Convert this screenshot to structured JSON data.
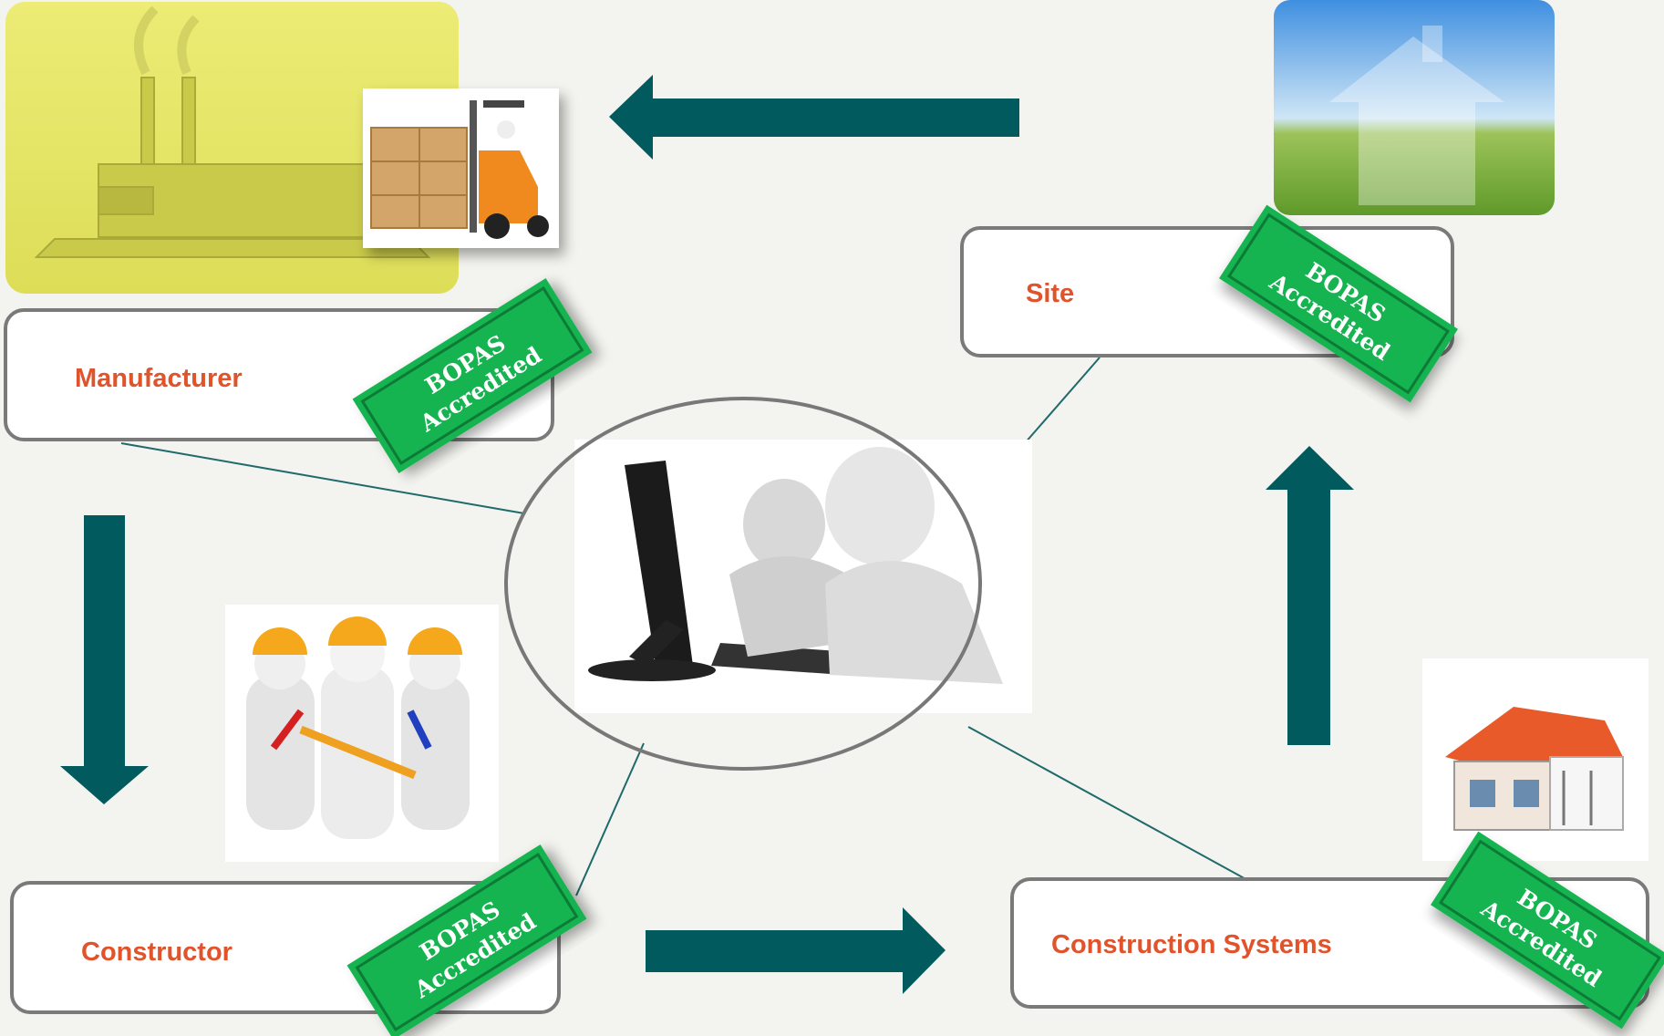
{
  "nodes": {
    "manufacturer": {
      "label": "Manufacturer"
    },
    "site": {
      "label": "Site"
    },
    "constructor": {
      "label": "Constructor"
    },
    "construction_systems": {
      "label": "Construction Systems"
    }
  },
  "stamp": {
    "line1": "BOPAS",
    "line2": "Accredited"
  },
  "colors": {
    "arrow": "#005a5e",
    "label": "#e0532b",
    "stamp": "#16b351",
    "box_border": "#7a7a7a",
    "background": "#f3f3ef"
  },
  "icons": {
    "manufacturer": [
      "factory-icon",
      "forklift-icon"
    ],
    "site": "house-field-icon",
    "constructor": "workers-icon",
    "construction_systems": "house-cutaway-icon",
    "center": "people-computer-icon"
  },
  "flow": [
    "site",
    "manufacturer",
    "constructor",
    "construction_systems",
    "site"
  ]
}
